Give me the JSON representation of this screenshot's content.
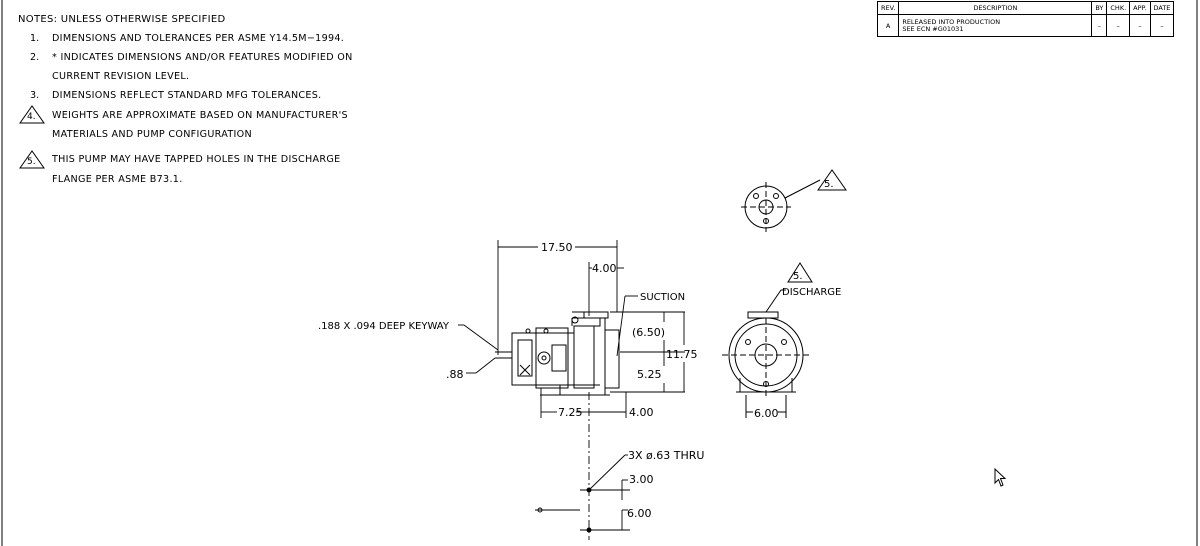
{
  "notes": {
    "header": "NOTES:   UNLESS OTHERWISE SPECIFIED",
    "items": [
      {
        "num": "1.",
        "lines": [
          "DIMENSIONS AND TOLERANCES PER ASME Y14.5M−1994."
        ]
      },
      {
        "num": "2.",
        "lines": [
          "* INDICATES DIMENSIONS AND/OR FEATURES MODIFIED ON",
          "CURRENT REVISION LEVEL."
        ]
      },
      {
        "num": "3.",
        "lines": [
          "DIMENSIONS REFLECT STANDARD MFG TOLERANCES."
        ]
      },
      {
        "num": "4.",
        "flag": true,
        "lines": [
          "WEIGHTS ARE APPROXIMATE BASED ON MANUFACTURER'S",
          "MATERIALS AND PUMP CONFIGURATION"
        ]
      },
      {
        "num": "5.",
        "flag": true,
        "lines": [
          "THIS PUMP MAY HAVE TAPPED HOLES IN THE DISCHARGE",
          "FLANGE PER ASME B73.1."
        ]
      }
    ]
  },
  "revision_table": {
    "headers": [
      "REV.",
      "DESCRIPTION",
      "BY",
      "CHK.",
      "APP.",
      "DATE"
    ],
    "row": {
      "rev": "A",
      "desc1": "RELEASED INTO PRODUCTION",
      "desc2": "SEE ECN #G01031",
      "by": "–",
      "chk": "–",
      "app": "–",
      "date": "–"
    }
  },
  "dimensions": {
    "overall_length": "17.50",
    "suction_offset": "4.00",
    "suction_label": "SUCTION",
    "keyway": ".188 X .094 DEEP KEYWAY",
    "shaft_dia": ".88",
    "height_paren": "(6.50)",
    "overall_height": "11.75",
    "centerline_height": "5.25",
    "foot_spacing_left": "7.25",
    "foot_spacing_right": "4.00",
    "discharge_flag": "5.",
    "discharge_label": "DISCHARGE",
    "foot_width": "6.00",
    "flange_flag": "5.",
    "holes": "3X ø.63 THRU",
    "hole_spacing_1": "3.00",
    "hole_spacing_2": "6.00"
  }
}
